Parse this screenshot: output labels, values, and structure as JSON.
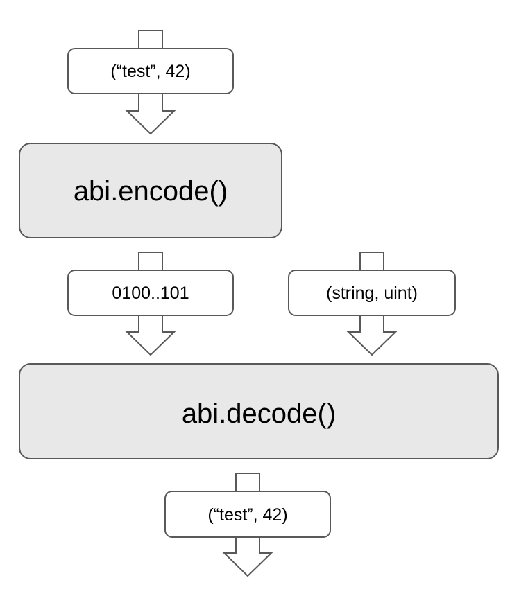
{
  "diagram": {
    "input_value": "(“test”, 42)",
    "encode_function": "abi.encode()",
    "encoded_bytes": "0100..101",
    "type_tuple": "(string, uint)",
    "decode_function": "abi.decode()",
    "output_value": "(“test”, 42)"
  },
  "colors": {
    "stroke": "#595959",
    "function_fill": "#e8e8e8",
    "value_fill": "#ffffff"
  }
}
